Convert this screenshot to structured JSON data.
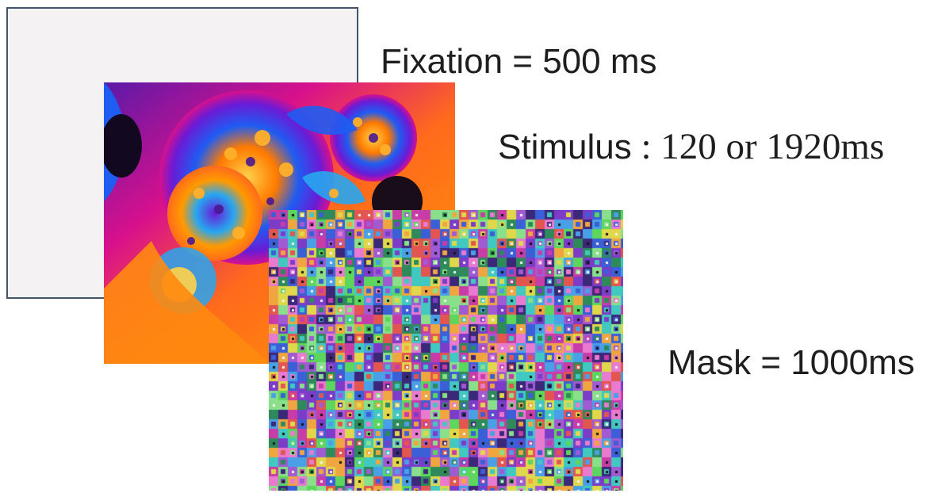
{
  "fixation": {
    "label": "Fixation = 500 ms"
  },
  "stimulus": {
    "label_prefix": "Stimulus",
    "label_separator": " : ",
    "label_value": "120 or 1920ms"
  },
  "mask": {
    "label": "Mask = 1000ms"
  },
  "colors": {
    "fixation_background": "#f4f2f3",
    "fixation_border": "#44546a",
    "text": "#1e1e1e",
    "stimulus_palette": [
      "#ff9a00",
      "#ff6a1c",
      "#d8108c",
      "#6a1bd6",
      "#1f5cf2",
      "#27a7f0",
      "#ffd24a"
    ],
    "mask_palette": [
      "#7d3cc8",
      "#3b5fd6",
      "#41c8c0",
      "#e0d84a",
      "#e2564f",
      "#5cd65c",
      "#c83ca8",
      "#f0a640",
      "#4aa0e6",
      "#a05ad2",
      "#8ae08a",
      "#3c2878",
      "#e87ad0",
      "#2e8a5a"
    ]
  }
}
